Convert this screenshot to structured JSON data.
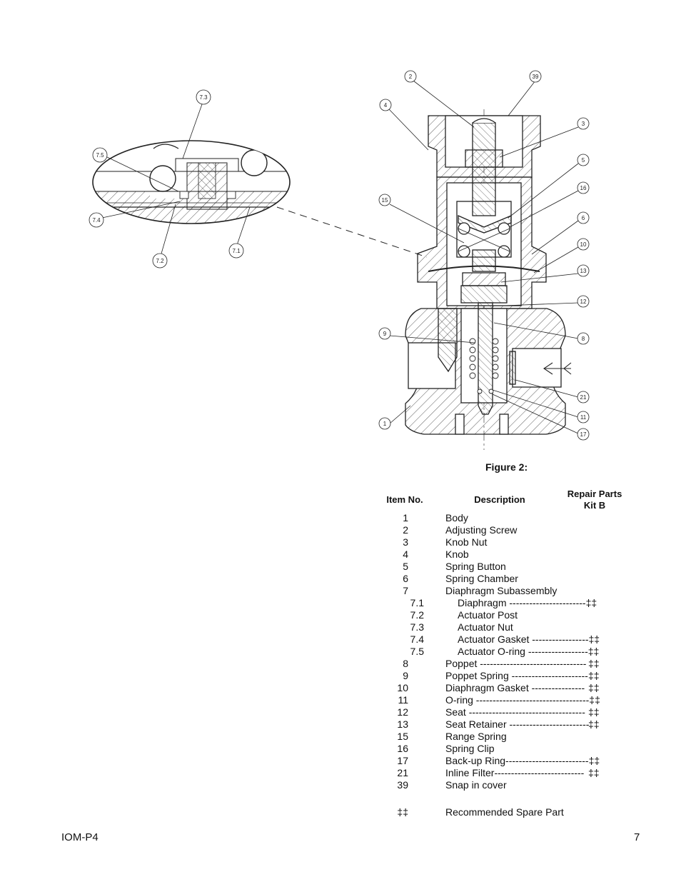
{
  "callouts": {
    "c2": "2",
    "c39": "39",
    "c4": "4",
    "c3": "3",
    "c5": "5",
    "c16": "16",
    "c15": "15",
    "c6": "6",
    "c10": "10",
    "c13": "13",
    "c12": "12",
    "c9": "9",
    "c8": "8",
    "c21": "21",
    "c11": "11",
    "c1": "1",
    "c17": "17",
    "c73": "7.3",
    "c75": "7.5",
    "c74": "7.4",
    "c72": "7.2",
    "c71": "7.1"
  },
  "figure": {
    "caption": "Figure 2:"
  },
  "table": {
    "headers": {
      "item": "Item No.",
      "description": "Description",
      "kit_line1": "Repair Parts",
      "kit_line2": "Kit B"
    },
    "rows": [
      {
        "no": "1",
        "desc": "Body",
        "mark": ""
      },
      {
        "no": "2",
        "desc": "Adjusting Screw",
        "mark": ""
      },
      {
        "no": "3",
        "desc": "Knob Nut",
        "mark": ""
      },
      {
        "no": "4",
        "desc": "Knob",
        "mark": ""
      },
      {
        "no": "5",
        "desc": "Spring Button",
        "mark": ""
      },
      {
        "no": "6",
        "desc": "Spring Chamber",
        "mark": ""
      },
      {
        "no": "7",
        "desc": "Diaphragm Subassembly",
        "mark": ""
      },
      {
        "no": "7.1",
        "desc": "Diaphragm -----------------------‡‡",
        "mark": "",
        "sub": true
      },
      {
        "no": "7.2",
        "desc": "Actuator Post",
        "mark": "",
        "sub": true
      },
      {
        "no": "7.3",
        "desc": "Actuator Nut",
        "mark": "",
        "sub": true
      },
      {
        "no": "7.4",
        "desc": "Actuator Gasket -----------------‡‡",
        "mark": "",
        "sub": true
      },
      {
        "no": "7.5",
        "desc": "Actuator O-ring ------------------‡‡",
        "mark": "",
        "sub": true
      },
      {
        "no": "8",
        "desc": "Poppet --------------------------------",
        "mark": "‡‡"
      },
      {
        "no": "9",
        "desc": "Poppet Spring -----------------------",
        "mark": "‡‡"
      },
      {
        "no": "10",
        "desc": "Diaphragm Gasket ----------------",
        "mark": "‡‡"
      },
      {
        "no": "11",
        "desc": "O-ring ----------------------------------‡‡",
        "mark": ""
      },
      {
        "no": "12",
        "desc": "Seat -----------------------------------",
        "mark": "‡‡"
      },
      {
        "no": "13",
        "desc": "Seat Retainer ------------------------",
        "mark": "‡‡"
      },
      {
        "no": "15",
        "desc": "Range Spring",
        "mark": ""
      },
      {
        "no": "16",
        "desc": "Spring Clip",
        "mark": ""
      },
      {
        "no": "17",
        "desc": "Back-up Ring-------------------------‡‡",
        "mark": ""
      },
      {
        "no": "21",
        "desc": "Inline Filter---------------------------",
        "mark": "‡‡"
      },
      {
        "no": "39",
        "desc": "Snap in cover",
        "mark": ""
      }
    ],
    "legend": {
      "symbol": "‡‡",
      "text": "Recommended Spare Part"
    }
  },
  "footer": {
    "doc_id": "IOM-P4",
    "page": "7"
  }
}
